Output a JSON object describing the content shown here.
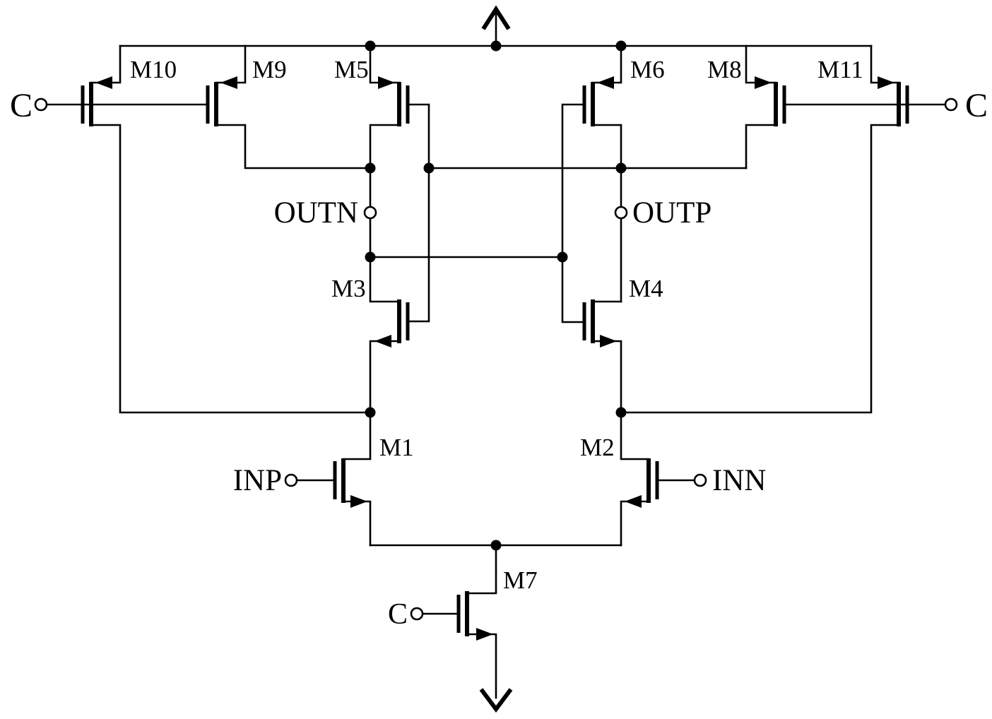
{
  "schematic": {
    "colors": {
      "ink": "#000000",
      "background": "#ffffff"
    },
    "transistors": {
      "m1": "M1",
      "m2": "M2",
      "m3": "M3",
      "m4": "M4",
      "m5": "M5",
      "m6": "M6",
      "m7": "M7",
      "m8": "M8",
      "m9": "M9",
      "m10": "M10",
      "m11": "M11"
    },
    "ports": {
      "c_left": "C",
      "c_right": "C",
      "c_bias": "C",
      "outn": "OUTN",
      "outp": "OUTP",
      "inp": "INP",
      "inn": "INN"
    },
    "supplies": {
      "top": "vdd-arrow-up",
      "bottom": "vss-arrow-down"
    }
  }
}
